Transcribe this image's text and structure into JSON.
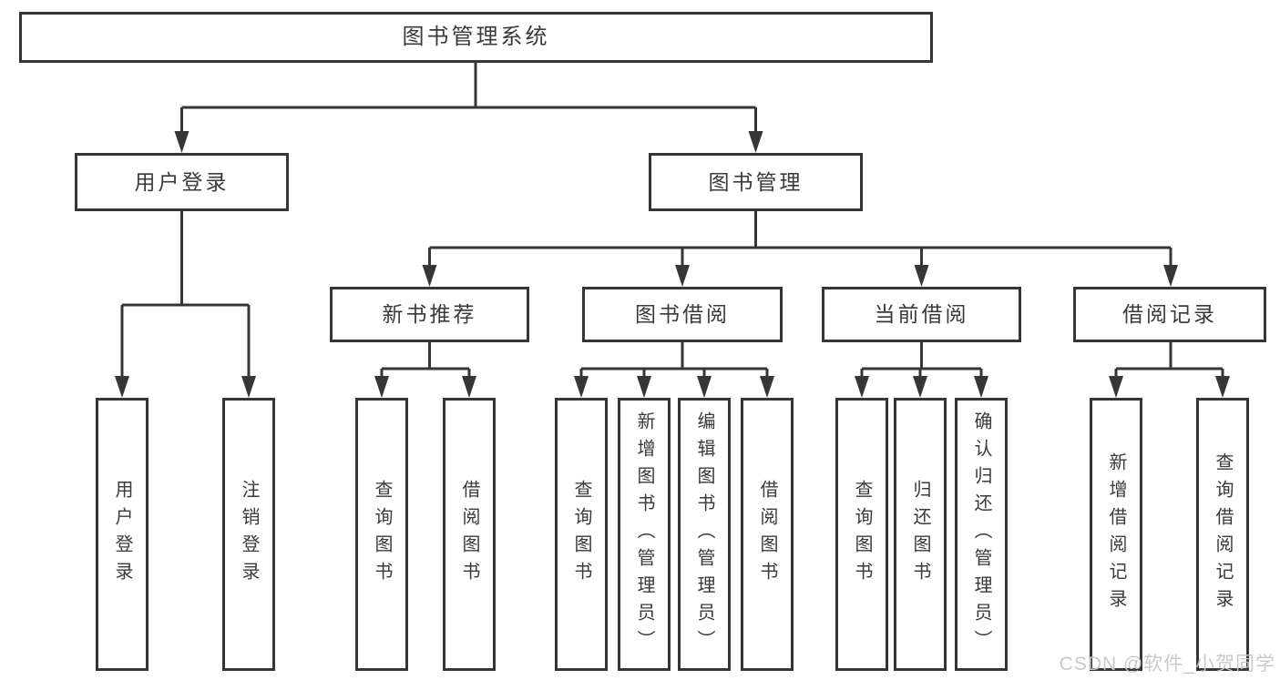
{
  "diagram": {
    "root": "图书管理系统",
    "level2": [
      {
        "label": "用户登录",
        "children": [
          "用户登录",
          "注销登录"
        ]
      },
      {
        "label": "图书管理"
      }
    ],
    "level3": [
      {
        "label": "新书推荐",
        "children": [
          "查询图书",
          "借阅图书"
        ]
      },
      {
        "label": "图书借阅",
        "children": [
          "查询图书",
          "新增图书（管理员）",
          "编辑图书（管理员）",
          "借阅图书"
        ]
      },
      {
        "label": "当前借阅",
        "children": [
          "查询图书",
          "归还图书",
          "确认归还（管理员）"
        ]
      },
      {
        "label": "借阅记录",
        "children": [
          "新增借阅记录",
          "查询借阅记录"
        ]
      }
    ]
  },
  "watermark": "CSDN @软件_小贺同学",
  "colors": {
    "line": "#363636",
    "text": "#3a3a3a",
    "watermark": "#c6c6c6",
    "background": "#ffffff"
  }
}
